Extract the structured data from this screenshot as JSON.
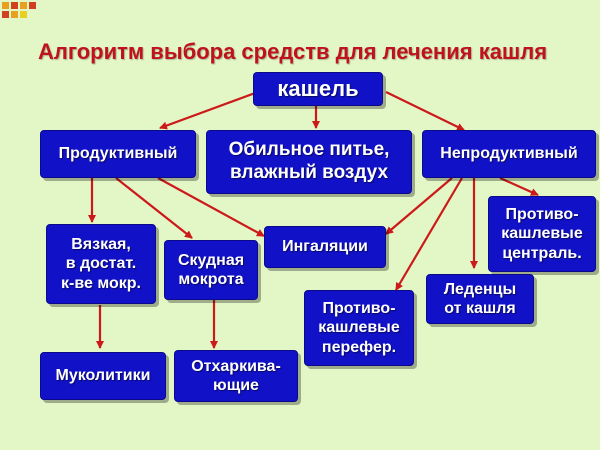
{
  "title": "Алгоритм выбора средств для лечения кашля",
  "colors": {
    "background": "#e3f6c6",
    "box_fill": "#1111c8",
    "title_text": "#c0121c",
    "arrow": "#cc1a1a"
  },
  "nodes": {
    "cough": "кашель",
    "productive": "Продуктивный",
    "drinking": "Обильное питье,\nвлажный воздух",
    "nonproductive": "Непродуктивный",
    "viscous": "Вязкая,\nв достат.\nк-ве мокр.",
    "scanty": "Скудная\nмокрота",
    "inhalations": "Ингаляции",
    "antitussive_central": "Противо-\nкашлевые\nцентраль.",
    "antitussive_peripheral": "Противо-\nкашлевые\nперефер.",
    "lozenges": "Леденцы\nот кашля",
    "mucolytics": "Муколитики",
    "expectorants": "Отхаркива-\nющие"
  }
}
